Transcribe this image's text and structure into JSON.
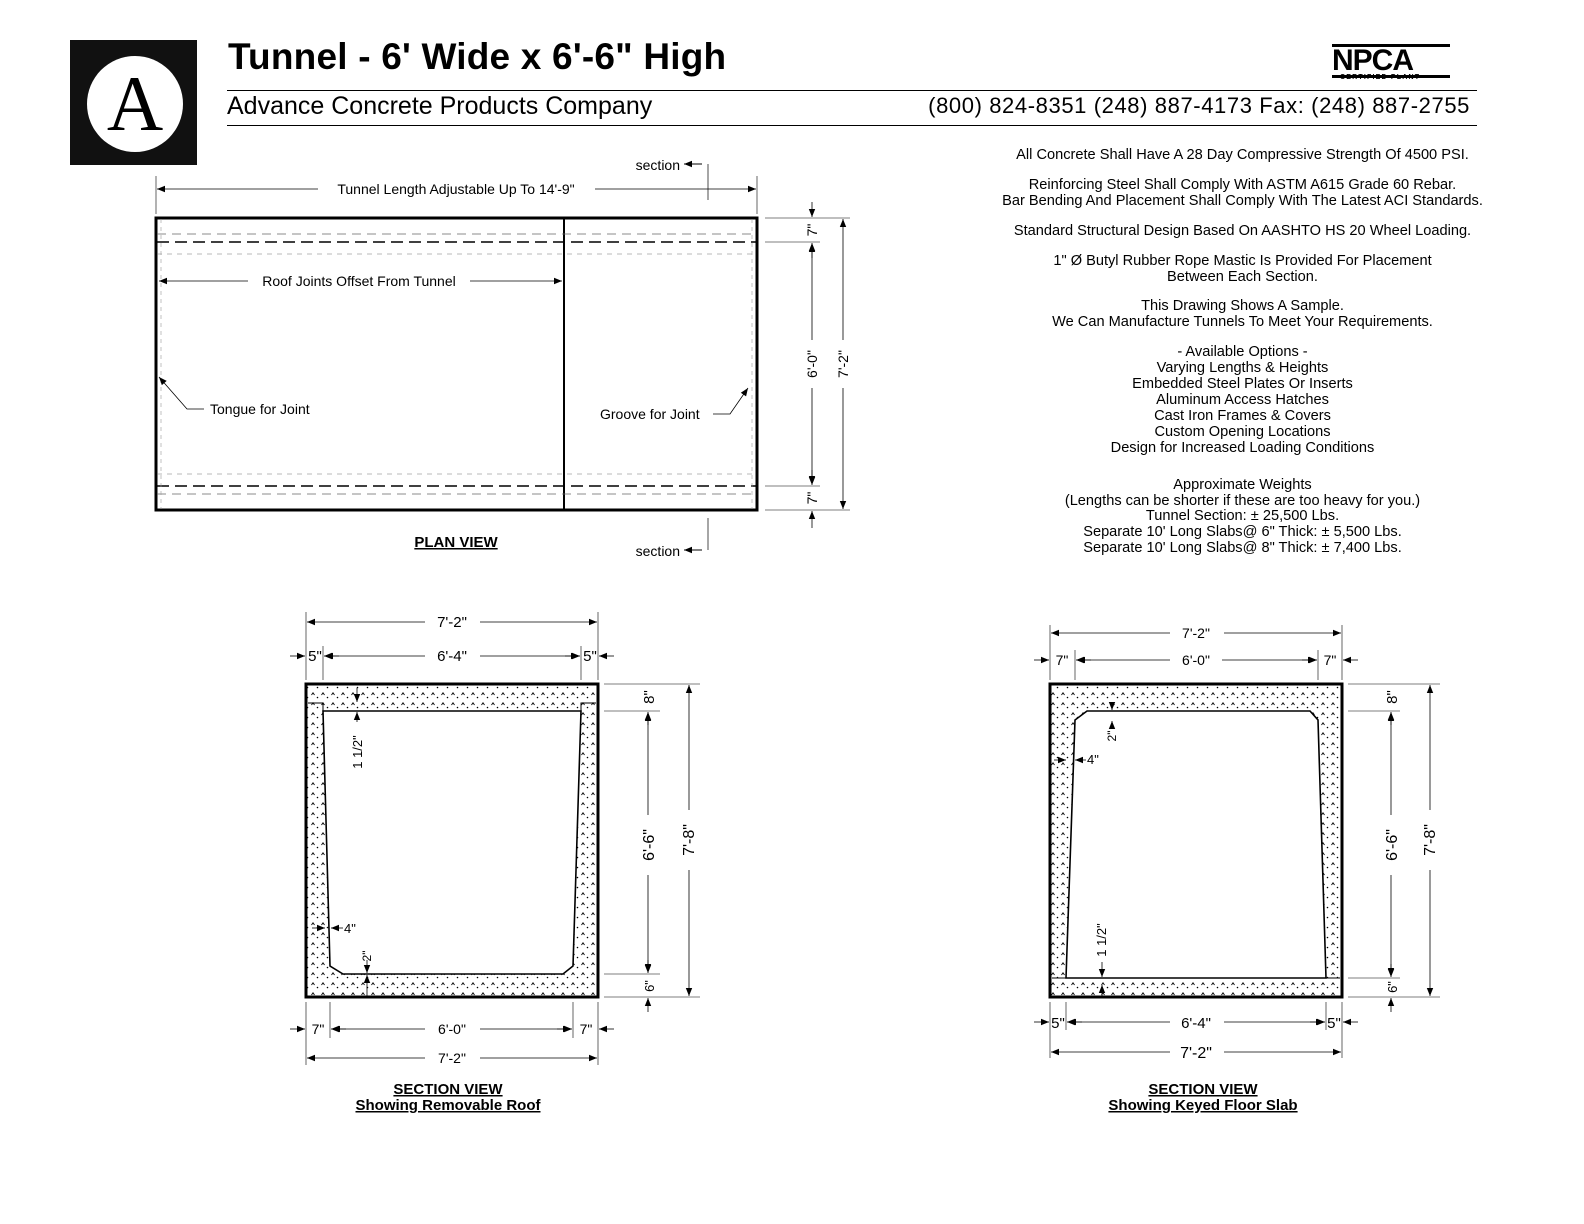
{
  "header": {
    "logo_letter": "A",
    "title": "Tunnel - 6' Wide x 6'-6\" High",
    "company": "Advance Concrete Products Company",
    "phones": "(800) 824-8351  (248) 887-4173  Fax: (248) 887-2755",
    "npca_mark": "NPCA",
    "npca_sub": "CERTIFIED PLANT"
  },
  "notes": {
    "strength": "All Concrete Shall Have A 28 Day Compressive Strength Of 4500 PSI.",
    "rebar_1": "Reinforcing Steel Shall Comply With ASTM A615 Grade 60 Rebar.",
    "rebar_2": "Bar Bending And Placement Shall Comply With The Latest ACI Standards.",
    "design": "Standard Structural Design Based On AASHTO HS 20 Wheel Loading.",
    "mastic_1": "1\" Ø Butyl Rubber Rope Mastic Is Provided For Placement",
    "mastic_2": "Between Each Section.",
    "sample_1": "This Drawing Shows A Sample.",
    "sample_2": "We Can Manufacture Tunnels To Meet Your Requirements.",
    "options_title": "- Available Options -",
    "options": [
      "Varying Lengths & Heights",
      "Embedded Steel Plates Or Inserts",
      "Aluminum Access Hatches",
      "Cast Iron Frames & Covers",
      "Custom Opening Locations",
      "Design for Increased Loading Conditions"
    ],
    "weights_title": "Approximate Weights",
    "weights": [
      "(Lengths can be shorter if these are too heavy for you.)",
      "Tunnel Section: ± 25,500 Lbs.",
      "Separate 10' Long Slabs@ 6\" Thick: ±  5,500 Lbs.",
      "Separate 10' Long Slabs@ 8\" Thick: ± 7,400 Lbs."
    ]
  },
  "plan": {
    "section_label": "section",
    "length_label": "Tunnel Length Adjustable Up To 14'-9\"",
    "roof_joints_label": "Roof Joints Offset From Tunnel",
    "tongue_label": "Tongue for Joint",
    "groove_label": "Groove for Joint",
    "dim_wall": "7\"",
    "dim_inside": "6'-0\"",
    "dim_overall": "7'-2\"",
    "caption": "PLAN VIEW"
  },
  "section_roof": {
    "dim_overall_w": "7'-2\"",
    "dim_wall_top": "5\"",
    "dim_inside_top": "6'-4\"",
    "dim_top_slab": "8\"",
    "dim_inside_h": "6'-6\"",
    "dim_overall_h": "7'-8\"",
    "dim_bottom_slab": "6\"",
    "dim_chamfer_top": "1 1/2\"",
    "dim_taper": "4\"",
    "dim_chamfer_bottom": "2\"",
    "dim_wall_bottom": "7\"",
    "dim_inside_bottom": "6'-0\"",
    "caption_1": "SECTION VIEW",
    "caption_2": "Showing Removable Roof"
  },
  "section_floor": {
    "dim_overall_w": "7'-2\"",
    "dim_wall_top": "7\"",
    "dim_inside_top": "6'-0\"",
    "dim_top_slab": "8\"",
    "dim_inside_h": "6'-6\"",
    "dim_overall_h": "7'-8\"",
    "dim_bottom_slab": "6\"",
    "dim_chamfer_top": "2\"",
    "dim_taper": "4\"",
    "dim_chamfer_bottom": "1 1/2\"",
    "dim_wall_bottom": "5\"",
    "dim_inside_bottom": "6'-4\"",
    "caption_1": "SECTION VIEW",
    "caption_2": "Showing Keyed Floor Slab"
  }
}
